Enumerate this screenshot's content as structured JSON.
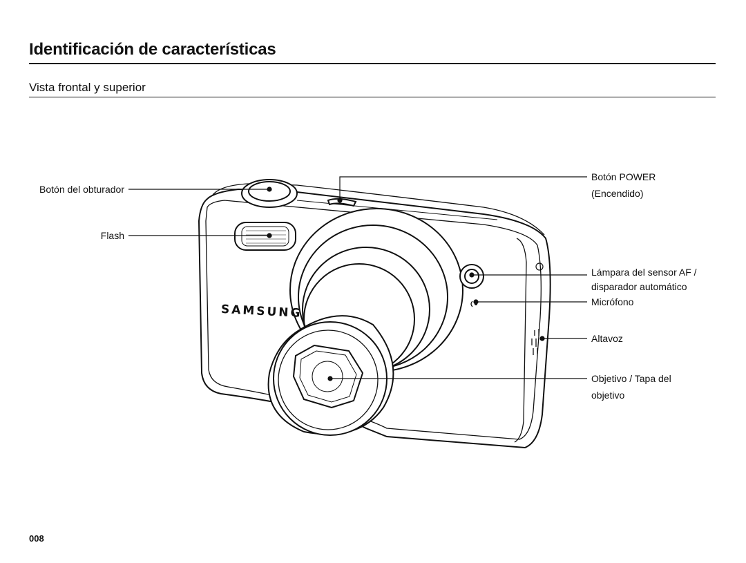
{
  "header": {
    "title": "Identificación de características",
    "subtitle": "Vista frontal y superior"
  },
  "labels": {
    "shutter": "Botón del obturador",
    "flash": "Flash",
    "power_line1": "Botón POWER",
    "power_line2": "(Encendido)",
    "af_line1": "Lámpara del sensor AF /",
    "af_line2": "disparador automático",
    "microphone": "Micrófono",
    "speaker": "Altavoz",
    "lens_line1": "Objetivo / Tapa del",
    "lens_line2": "objetivo"
  },
  "camera": {
    "brand": "SAMSUNG"
  },
  "footer": {
    "page_number": "008"
  }
}
